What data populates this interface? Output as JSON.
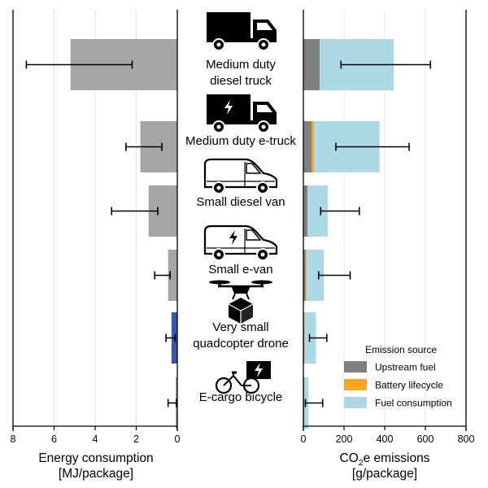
{
  "chart_data": [
    {
      "type": "bar",
      "orientation": "horizontal",
      "direction": "reversed",
      "categories": [
        "Medium duty diesel truck",
        "Medium duty e-truck",
        "Small diesel van",
        "Small e-van",
        "Very small quadcopter drone",
        "E-cargo bicycle"
      ],
      "series": [
        {
          "values": [
            5.2,
            1.8,
            1.4,
            0.45,
            0.28,
            0.08
          ],
          "error_low": [
            2.2,
            0.75,
            0.95,
            0.35,
            0.1,
            0.05
          ],
          "error_high": [
            7.35,
            2.5,
            3.2,
            1.1,
            0.55,
            0.45
          ]
        }
      ],
      "bar_colors": [
        "#a6a6a6",
        "#a6a6a6",
        "#a6a6a6",
        "#a6a6a6",
        "#3a55b4",
        "#a6a6a6"
      ],
      "xlabel_line1": "Energy consumption",
      "xlabel_line2": "[MJ/package]",
      "xlim": [
        0,
        8
      ],
      "xticks": [
        "8",
        "6",
        "4",
        "2",
        "0"
      ],
      "grid": true
    },
    {
      "type": "bar",
      "orientation": "horizontal",
      "stacked": true,
      "categories": [
        "Medium duty diesel truck",
        "Medium duty e-truck",
        "Small diesel van",
        "Small e-van",
        "Very small quadcopter drone",
        "E-cargo bicycle"
      ],
      "series": [
        {
          "name": "Upstream fuel",
          "color": "#808080",
          "values": [
            80,
            40,
            20,
            10,
            5,
            5
          ]
        },
        {
          "name": "Battery lifecycle",
          "color": "#f5a623",
          "values": [
            0,
            12,
            0,
            5,
            2,
            0
          ]
        },
        {
          "name": "Fuel consumption",
          "color": "#add8e6",
          "values": [
            365,
            323,
            100,
            85,
            55,
            20
          ]
        }
      ],
      "error_low": [
        185,
        160,
        85,
        75,
        30,
        10
      ],
      "error_high": [
        625,
        520,
        275,
        230,
        115,
        95
      ],
      "xlabel_line1": "CO",
      "xlabel_sub": "2",
      "xlabel_line1_rest": "e emissions",
      "xlabel_line2": "[g/package]",
      "xlim": [
        0,
        800
      ],
      "xticks": [
        "0",
        "200",
        "400",
        "600",
        "800"
      ],
      "legend": {
        "title": "Emission source",
        "position": "bottom-right"
      },
      "grid": true
    }
  ],
  "vehicle_labels": [
    [
      "Medium duty",
      "diesel truck"
    ],
    [
      "Medium duty e-truck"
    ],
    [
      "Small diesel van"
    ],
    [
      "Small e-van"
    ],
    [
      "Very small",
      "quadcopter drone"
    ],
    [
      "E-cargo bicycle"
    ]
  ],
  "vehicle_icons": [
    "diesel-truck-icon",
    "electric-truck-icon",
    "diesel-van-icon",
    "electric-van-icon",
    "quadcopter-drone-icon",
    "cargo-bicycle-icon"
  ]
}
